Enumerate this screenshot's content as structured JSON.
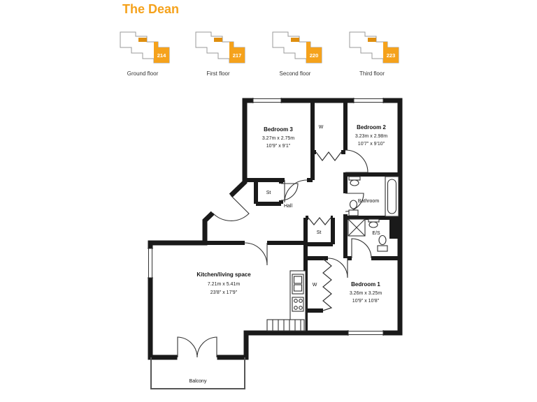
{
  "page": {
    "title": "The Dean"
  },
  "floor_selector": {
    "floors": [
      {
        "label": "Ground floor",
        "unit": "214"
      },
      {
        "label": "First floor",
        "unit": "217"
      },
      {
        "label": "Second floor",
        "unit": "220"
      },
      {
        "label": "Third floor",
        "unit": "223"
      }
    ]
  },
  "floorplan": {
    "rooms": {
      "bedroom3": {
        "name": "Bedroom 3",
        "dim_metric": "3.27m x 2.75m",
        "dim_imperial": "10'9\" x 9'1\""
      },
      "bedroom2": {
        "name": "Bedroom 2",
        "dim_metric": "3.23m x 2.98m",
        "dim_imperial": "10'7\" x 9'10\""
      },
      "bedroom1": {
        "name": "Bedroom 1",
        "dim_metric": "3.26m x 3.25m",
        "dim_imperial": "10'9\" x 10'8\""
      },
      "kitchen": {
        "name": "Kitchen/living space",
        "dim_metric": "7.21m x 5.41m",
        "dim_imperial": "23'8\" x 17'9\""
      },
      "hall": {
        "name": "Hall"
      },
      "bathroom": {
        "name": "Bathroom"
      },
      "ensuite": {
        "name": "E/S"
      },
      "store1": {
        "name": "St"
      },
      "store2": {
        "name": "St"
      },
      "wardrobe1": {
        "name": "W"
      },
      "wardrobe2": {
        "name": "W"
      },
      "balcony": {
        "name": "Balcony"
      }
    }
  },
  "colors": {
    "accent": "#F5A21C",
    "wall": "#1A1A1A"
  }
}
